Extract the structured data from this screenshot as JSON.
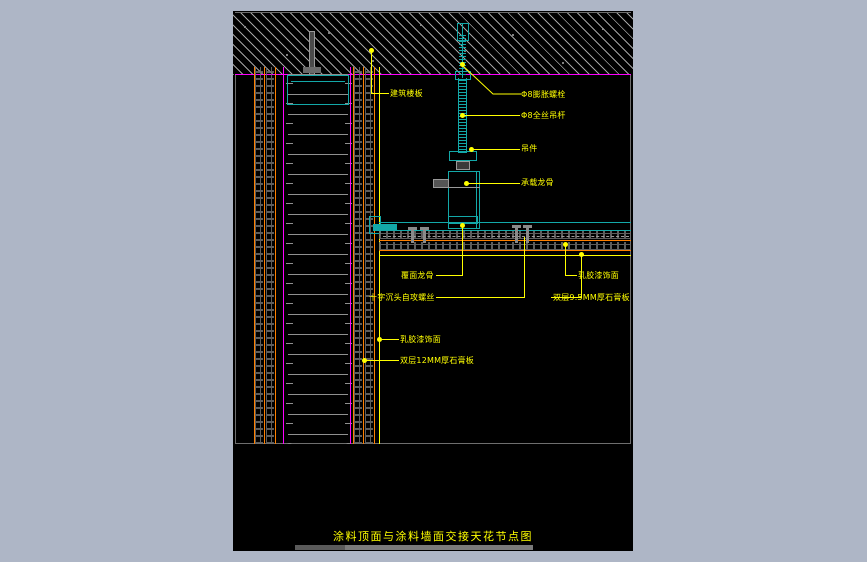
{
  "app": {
    "background_color": "#aeb6c6",
    "canvas_color": "#000000"
  },
  "drawing": {
    "title": "涂料顶面与涂料墙面交接天花节点图",
    "colors": {
      "annotation_yellow": "#ffff00",
      "ceiling_teal": "#13a8a8",
      "slab_line_magenta": "#ff00ff",
      "board_orange": "#ff8000",
      "hatch_gray": "#9a9a9a",
      "frame_gray": "#6e6e6e"
    },
    "labels": [
      {
        "id": "slab",
        "text": "建筑楼板"
      },
      {
        "id": "expansion-bolt",
        "text": "Φ8膨胀螺栓"
      },
      {
        "id": "hanger-rod",
        "text": "Φ8全丝吊杆"
      },
      {
        "id": "hanger-piece",
        "text": "吊件"
      },
      {
        "id": "main-keel",
        "text": "承载龙骨"
      },
      {
        "id": "furring-keel",
        "text": "覆面龙骨"
      },
      {
        "id": "screw",
        "text": "十字沉头自攻螺丝"
      },
      {
        "id": "ceiling-paint",
        "text": "乳胶漆饰面"
      },
      {
        "id": "ceiling-board",
        "text": "双层9.5MM厚石膏板"
      },
      {
        "id": "wall-paint",
        "text": "乳胶漆饰面"
      },
      {
        "id": "wall-board",
        "text": "双层12MM厚石膏板"
      }
    ]
  }
}
